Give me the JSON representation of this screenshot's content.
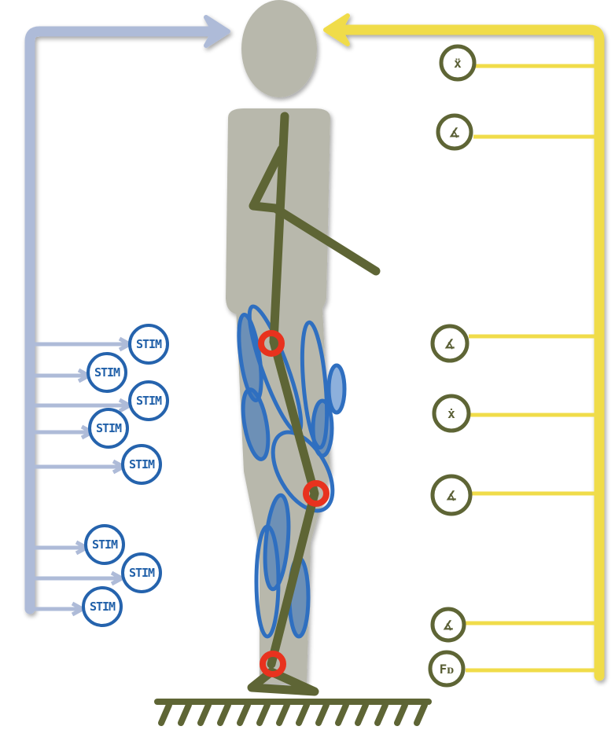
{
  "colors": {
    "figure": "#b8b8ac",
    "skeleton": "#5e6535",
    "muscle": "#2f6fc0",
    "joint": "#e8321e",
    "stim_bus": "#aebbd8",
    "stim_circle": "#2563ad",
    "feedback_bus": "#f0dc4a",
    "sensor_circle": "#5e6535",
    "ground": "#5e6535"
  },
  "stim_label": "STIM",
  "stimulators": [
    {
      "label": "STIM"
    },
    {
      "label": "STIM"
    },
    {
      "label": "STIM"
    },
    {
      "label": "STIM"
    },
    {
      "label": "STIM"
    },
    {
      "label": "STIM"
    },
    {
      "label": "STIM"
    },
    {
      "label": "STIM"
    }
  ],
  "sensors": [
    {
      "symbol": "ẍ",
      "kind": "acceleration"
    },
    {
      "symbol": "∡",
      "kind": "angle"
    },
    {
      "symbol": "∡",
      "kind": "angle"
    },
    {
      "symbol": "ẋ",
      "kind": "velocity"
    },
    {
      "symbol": "∡",
      "kind": "angle"
    },
    {
      "symbol": "∡",
      "kind": "angle"
    },
    {
      "symbol": "Fᴅ",
      "kind": "force"
    }
  ],
  "icons": {
    "head": "head-icon",
    "stim_arrow": "arrow-right-icon",
    "feedback_arrow": "arrow-left-icon"
  }
}
